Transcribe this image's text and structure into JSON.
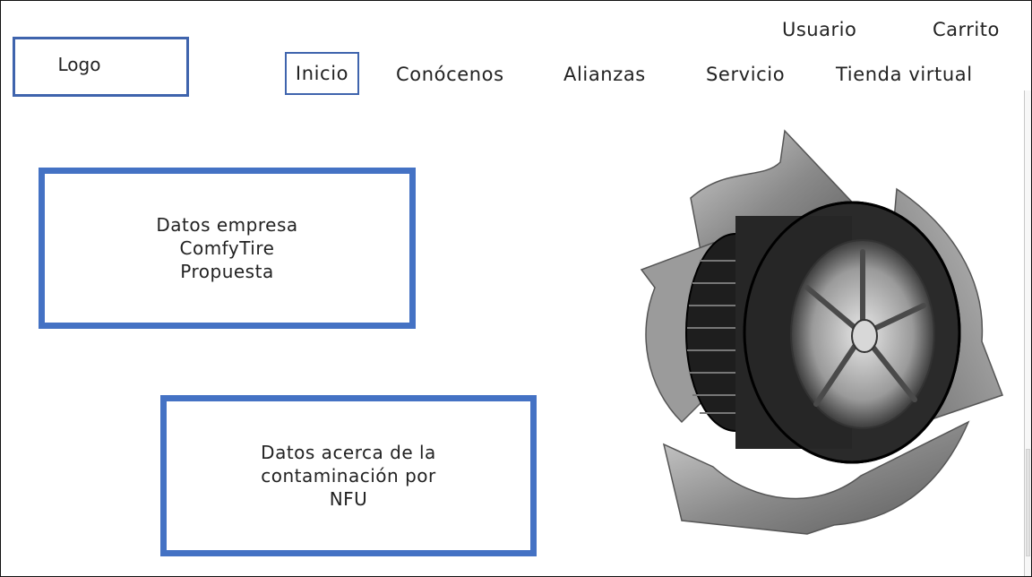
{
  "header": {
    "logo_label": "Logo",
    "user_link": "Usuario",
    "cart_link": "Carrito"
  },
  "nav": {
    "items": [
      {
        "label": "Inicio",
        "active": true
      },
      {
        "label": "Conócenos",
        "active": false
      },
      {
        "label": "Alianzas",
        "active": false
      },
      {
        "label": "Servicio",
        "active": false
      },
      {
        "label": "Tienda virtual",
        "active": false
      }
    ]
  },
  "main": {
    "company_box": {
      "lines": [
        "Datos empresa",
        "ComfyTire",
        "Propuesta"
      ]
    },
    "pollution_box": {
      "lines": [
        "Datos acerca de la",
        "contaminación por",
        "NFU"
      ]
    },
    "illustration": {
      "icon": "recycled-tire-illustration"
    }
  },
  "colors": {
    "accent": "#4472c4",
    "accent_thin": "#3f64ad",
    "text": "#222222"
  }
}
